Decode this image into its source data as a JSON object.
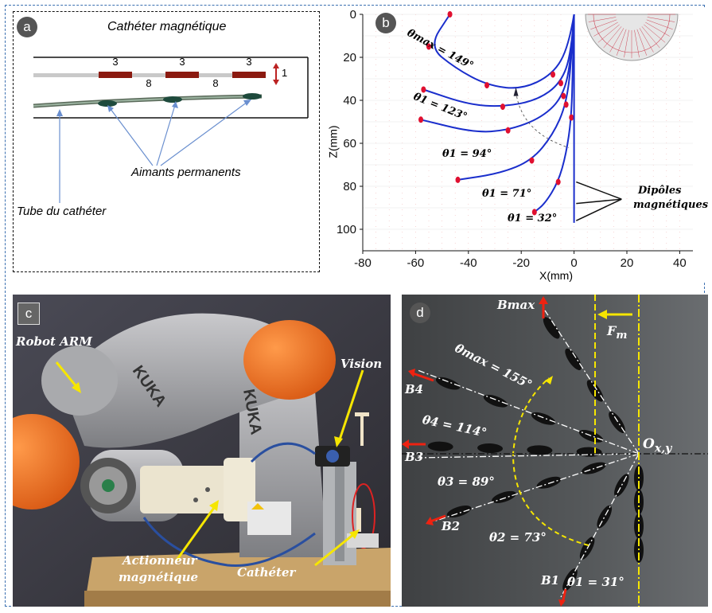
{
  "panel_a": {
    "badge": "a",
    "title": "Cathéter magnétique",
    "magnet_length": "3",
    "spacing": "8",
    "height": "1",
    "magnets_label": "Aimants permanents",
    "tube_label": "Tube du cathéter"
  },
  "panel_b": {
    "badge": "b",
    "xlabel": "X(mm)",
    "ylabel": "Z(mm)",
    "dipoles_label_1": "Dipôles",
    "dipoles_label_2": "magnétiques",
    "angle_labels": [
      {
        "name": "θmax",
        "value": "149°"
      },
      {
        "name": "θ1",
        "value": "123°"
      },
      {
        "name": "θ1",
        "value": "94°"
      },
      {
        "name": "θ1",
        "value": "71°"
      },
      {
        "name": "θ1",
        "value": "32°"
      }
    ]
  },
  "panel_c": {
    "badge": "c",
    "robot_label": "Robot ARM",
    "vision_label": "Vision",
    "actuator_label_1": "Actionneur",
    "actuator_label_2": "magnétique",
    "catheter_label": "Cathéter",
    "brand": "KUKA"
  },
  "panel_d": {
    "badge": "d",
    "fm_label": "F",
    "fm_sub": "m",
    "origin_label": "O",
    "origin_sub": "x,y",
    "angles": [
      {
        "label": "θmax = 155°"
      },
      {
        "label": "θ4 = 114°"
      },
      {
        "label": "θ3 = 89°"
      },
      {
        "label": "θ2 = 73°"
      },
      {
        "label": "θ1 = 31°"
      }
    ],
    "fields": [
      "Bmax",
      "B4",
      "B3",
      "B2",
      "B1"
    ]
  },
  "chart_data": {
    "type": "line",
    "xlabel": "X(mm)",
    "ylabel": "Z(mm)",
    "xlim": [
      -80,
      45
    ],
    "ylim": [
      0,
      110
    ],
    "x_ticks": [
      -80,
      -60,
      -40,
      -20,
      0,
      20,
      40
    ],
    "y_ticks": [
      0,
      20,
      40,
      60,
      80,
      100
    ],
    "series": [
      {
        "name": "θmax = 149°",
        "points": [
          [
            0,
            0
          ],
          [
            -2,
            15
          ],
          [
            -8,
            28
          ],
          [
            -20,
            35
          ],
          [
            -33,
            33
          ],
          [
            -45,
            25
          ],
          [
            -55,
            15
          ],
          [
            -47,
            0
          ]
        ]
      },
      {
        "name": "θ1 = 123°",
        "points": [
          [
            0,
            0
          ],
          [
            -1,
            18
          ],
          [
            -5,
            32
          ],
          [
            -14,
            40
          ],
          [
            -27,
            43
          ],
          [
            -40,
            42
          ],
          [
            -57,
            35
          ]
        ]
      },
      {
        "name": "θ1 = 94°",
        "points": [
          [
            0,
            0
          ],
          [
            -1,
            20
          ],
          [
            -4,
            38
          ],
          [
            -12,
            48
          ],
          [
            -25,
            54
          ],
          [
            -38,
            55
          ],
          [
            -58,
            49
          ]
        ]
      },
      {
        "name": "θ1 = 71°",
        "points": [
          [
            0,
            0
          ],
          [
            -1,
            22
          ],
          [
            -3,
            42
          ],
          [
            -8,
            56
          ],
          [
            -16,
            68
          ],
          [
            -28,
            74
          ],
          [
            -44,
            77
          ]
        ]
      },
      {
        "name": "θ1 = 32°",
        "points": [
          [
            0,
            0
          ],
          [
            -0.5,
            25
          ],
          [
            -1,
            48
          ],
          [
            -3,
            65
          ],
          [
            -6,
            78
          ],
          [
            -11,
            88
          ],
          [
            -15,
            92
          ]
        ]
      },
      {
        "name": "straight",
        "points": [
          [
            0,
            0
          ],
          [
            0,
            97
          ]
        ]
      }
    ]
  }
}
